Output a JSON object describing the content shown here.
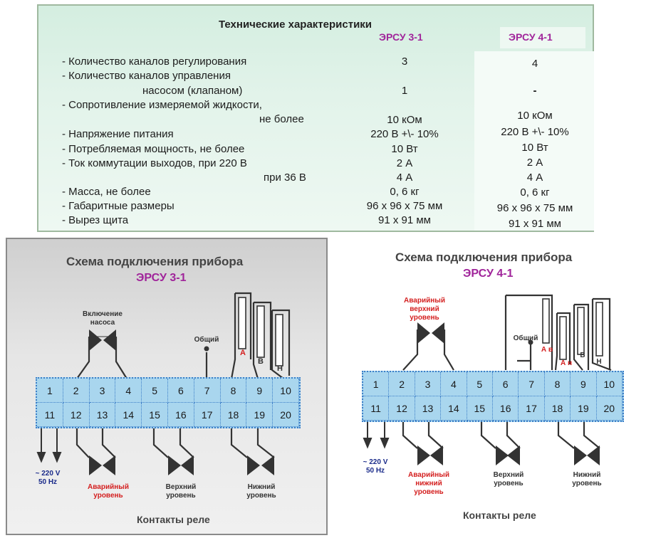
{
  "specs": {
    "title": "Технические характеристики",
    "col1": "ЭРСУ 3-1",
    "col2": "ЭРСУ 4-1",
    "rows": [
      {
        "label": "- Количество каналов  регулирования",
        "v1": "3",
        "v2": "4"
      },
      {
        "label": "- Количество каналов управления",
        "v1": "",
        "v2": ""
      },
      {
        "label": "насосом (клапаном)",
        "v1": "1",
        "v2": "-"
      },
      {
        "label": "- Сопротивление  измеряемой жидкости,",
        "v1": "",
        "v2": ""
      },
      {
        "label": "не более",
        "v1": "10 кОм",
        "v2": "10 кОм"
      },
      {
        "label": "- Напряжение питания",
        "v1": "220 В +\\- 10%",
        "v2": "220 В +\\- 10%"
      },
      {
        "label": "- Потребляемая мощность, не более",
        "v1": "10 Вт",
        "v2": "10 Вт"
      },
      {
        "label": "- Ток коммутации выходов, при 220 В",
        "v1": "2 А",
        "v2": "2 А"
      },
      {
        "label": "при 36 В",
        "v1": "4 А",
        "v2": "4 А"
      },
      {
        "label": "- Масса, не более",
        "v1": "0, 6 кг",
        "v2": "0, 6 кг"
      },
      {
        "label": "- Габаритные размеры",
        "v1": "96 х 96 х 75 мм",
        "v2": "96 х 96 х 75 мм"
      },
      {
        "label": "- Вырез щита",
        "v1": "91 х 91 мм",
        "v2": "91 х 91 мм"
      }
    ]
  },
  "left": {
    "title": "Схема подключения прибора",
    "model": "ЭРСУ 3-1",
    "pump_label_1": "Включение",
    "pump_label_2": "насоса",
    "common": "Общий",
    "electrodes": [
      "А",
      "В",
      "Н"
    ],
    "top_row": [
      "1",
      "2",
      "3",
      "4",
      "5",
      "6",
      "7",
      "8",
      "9",
      "10"
    ],
    "bottom_row": [
      "11",
      "12",
      "13",
      "14",
      "15",
      "16",
      "17",
      "18",
      "19",
      "20"
    ],
    "power_1": "~ 220 V",
    "power_2": "50 Hz",
    "alarm_1": "Аварийный",
    "alarm_2": "уровень",
    "upper_1": "Верхний",
    "upper_2": "уровень",
    "lower_1": "Нижний",
    "lower_2": "уровень",
    "relays": "Контакты реле"
  },
  "right": {
    "title": "Схема подключения прибора",
    "model": "ЭРСУ 4-1",
    "alarm_top_1": "Аварийный",
    "alarm_top_2": "верхний",
    "alarm_top_3": "уровень",
    "common": "Общий",
    "electrodes": [
      "А в",
      "А н",
      "В",
      "Н"
    ],
    "top_row": [
      "1",
      "2",
      "3",
      "4",
      "5",
      "6",
      "7",
      "8",
      "9",
      "10"
    ],
    "bottom_row": [
      "11",
      "12",
      "13",
      "14",
      "15",
      "16",
      "17",
      "18",
      "19",
      "20"
    ],
    "power_1": "~ 220 V",
    "power_2": "50 Hz",
    "alarm_low_1": "Аварийный",
    "alarm_low_2": "нижний",
    "alarm_low_3": "уровень",
    "upper_1": "Верхний",
    "upper_2": "уровень",
    "lower_1": "Нижний",
    "lower_2": "уровень",
    "relays": "Контакты реле"
  },
  "colors": {
    "accent": "#a0249a",
    "terminal": "#a9d6ee",
    "alarm": "#d42020"
  }
}
